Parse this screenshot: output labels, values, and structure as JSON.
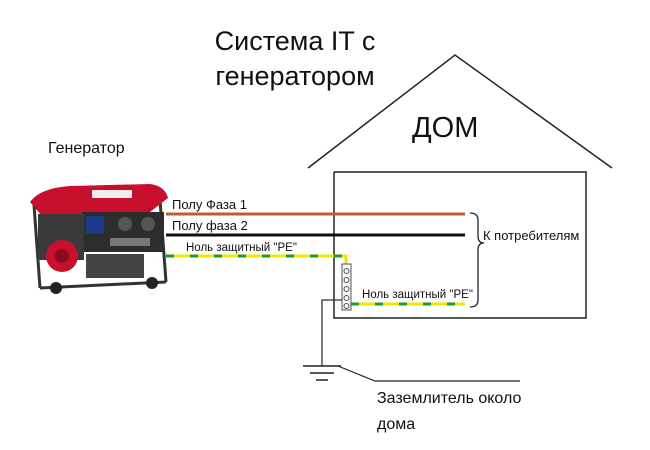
{
  "title": "Система IT с генератором",
  "house": {
    "label": "ДОМ"
  },
  "generator": {
    "label": "Генератор"
  },
  "wires": {
    "phase1": "Полу Фаза 1",
    "phase2": "Полу фаза 2",
    "pe_generator": "Ноль защитный \"PE\"",
    "pe_house": "Ноль защитный \"PE\""
  },
  "consumers": {
    "label": "К потребителям"
  },
  "earth": {
    "label": "Заземлитель около дома"
  },
  "colors": {
    "phase1": "#b5622e",
    "phase2": "#111111",
    "pe_yellow": "#f2e600",
    "pe_green": "#1a9a3a",
    "generator_red": "#c8102e"
  }
}
